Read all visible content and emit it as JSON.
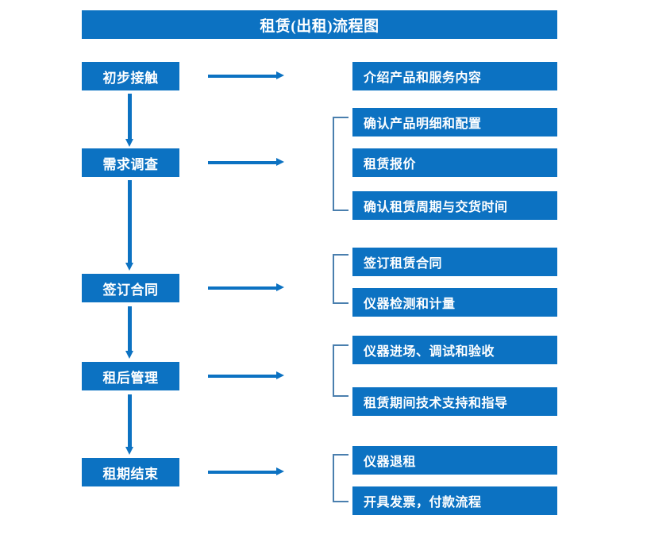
{
  "diagram": {
    "title": "租赁(出租)流程图",
    "accent_color": "#0c72c2",
    "bracket_color": "#4a7fae",
    "text_color": "#ffffff",
    "background_color": "#ffffff"
  },
  "stages": [
    {
      "label": "初步接触"
    },
    {
      "label": "需求调查"
    },
    {
      "label": "签订合同"
    },
    {
      "label": "租后管理"
    },
    {
      "label": "租期结束"
    }
  ],
  "details": [
    {
      "label": "介绍产品和服务内容"
    },
    {
      "label": "确认产品明细和配置"
    },
    {
      "label": "租赁报价"
    },
    {
      "label": "确认租赁周期与交货时间"
    },
    {
      "label": "签订租赁合同"
    },
    {
      "label": "仪器检测和计量"
    },
    {
      "label": "仪器进场、调试和验收"
    },
    {
      "label": "租赁期间技术支持和指导"
    },
    {
      "label": "仪器退租"
    },
    {
      "label": "开具发票，付款流程"
    }
  ],
  "connectors": {
    "vertical_arrow_count": 4,
    "horizontal_arrow_count": 5,
    "bracket_count": 4
  }
}
